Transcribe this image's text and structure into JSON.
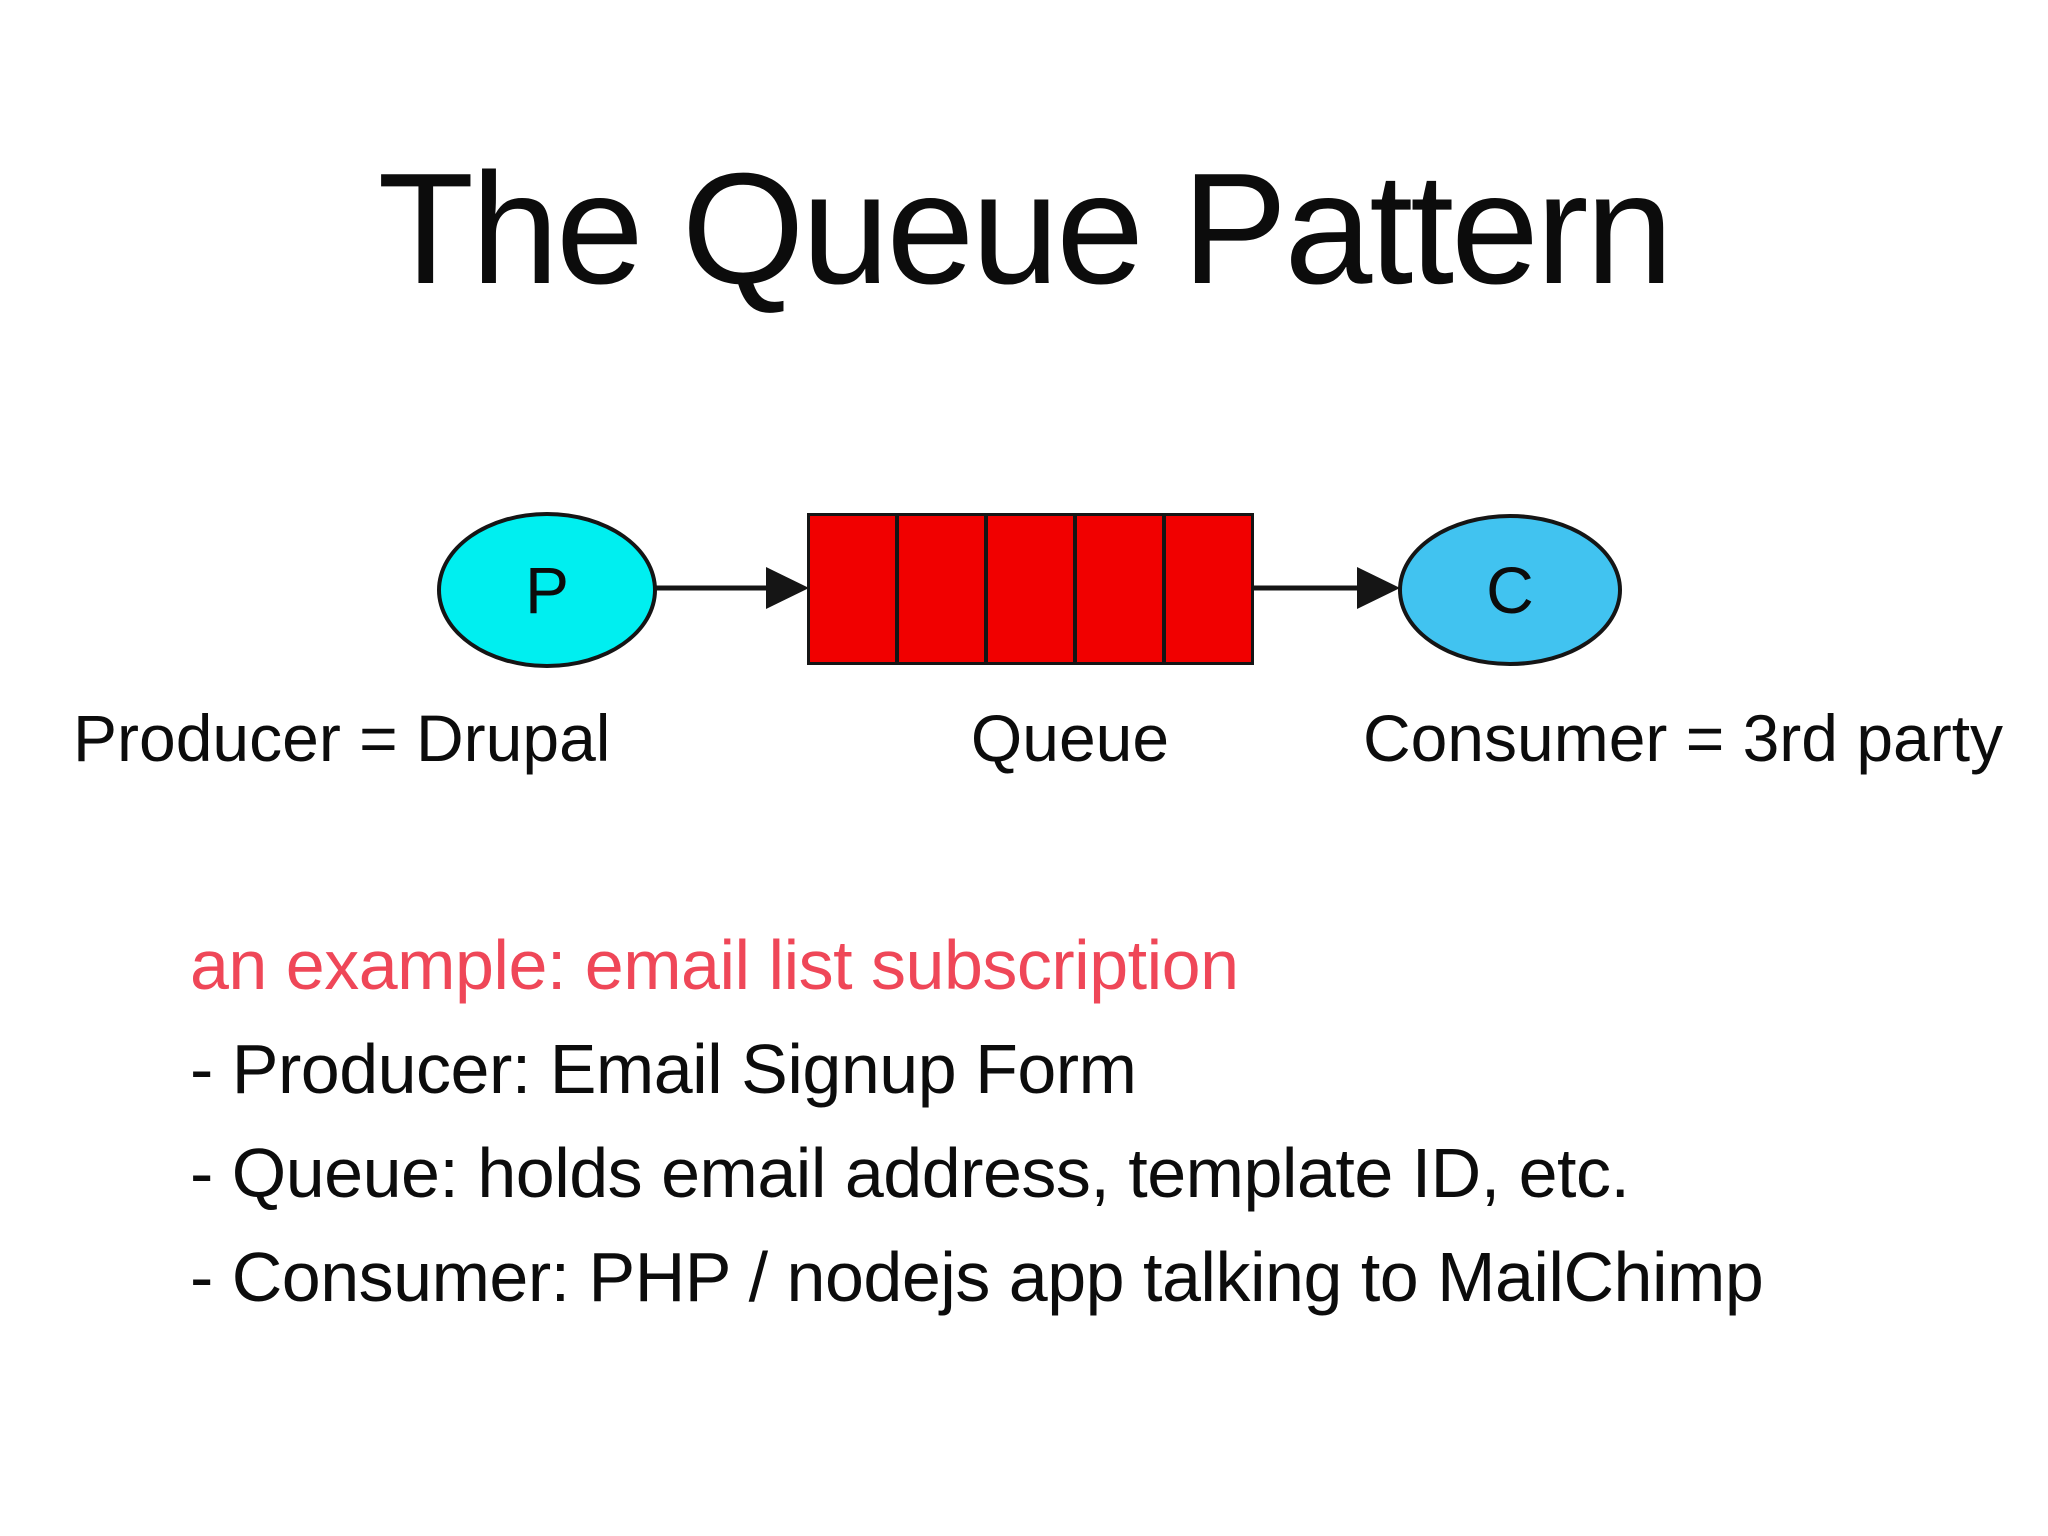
{
  "slide": {
    "title": "The Queue Pattern",
    "colors": {
      "background": "#ffffff",
      "text": "#0c0c0c",
      "stroke": "#151515",
      "accent_pink": "#ef4758",
      "producer_fill": "#00eff0",
      "consumer_fill": "#41c3f0",
      "queue_fill": "#f10000"
    },
    "diagram": {
      "producer_node": {
        "label": "P"
      },
      "consumer_node": {
        "label": "C"
      },
      "queue_cells": 5,
      "labels": {
        "producer": "Producer = Drupal",
        "queue": "Queue",
        "consumer": "Consumer = 3rd party"
      }
    },
    "example": {
      "heading": "an example: email list subscription",
      "bullets": [
        "- Producer: Email Signup Form",
        "- Queue: holds email address, template ID, etc.",
        "- Consumer: PHP / nodejs app talking to MailChimp"
      ]
    }
  }
}
